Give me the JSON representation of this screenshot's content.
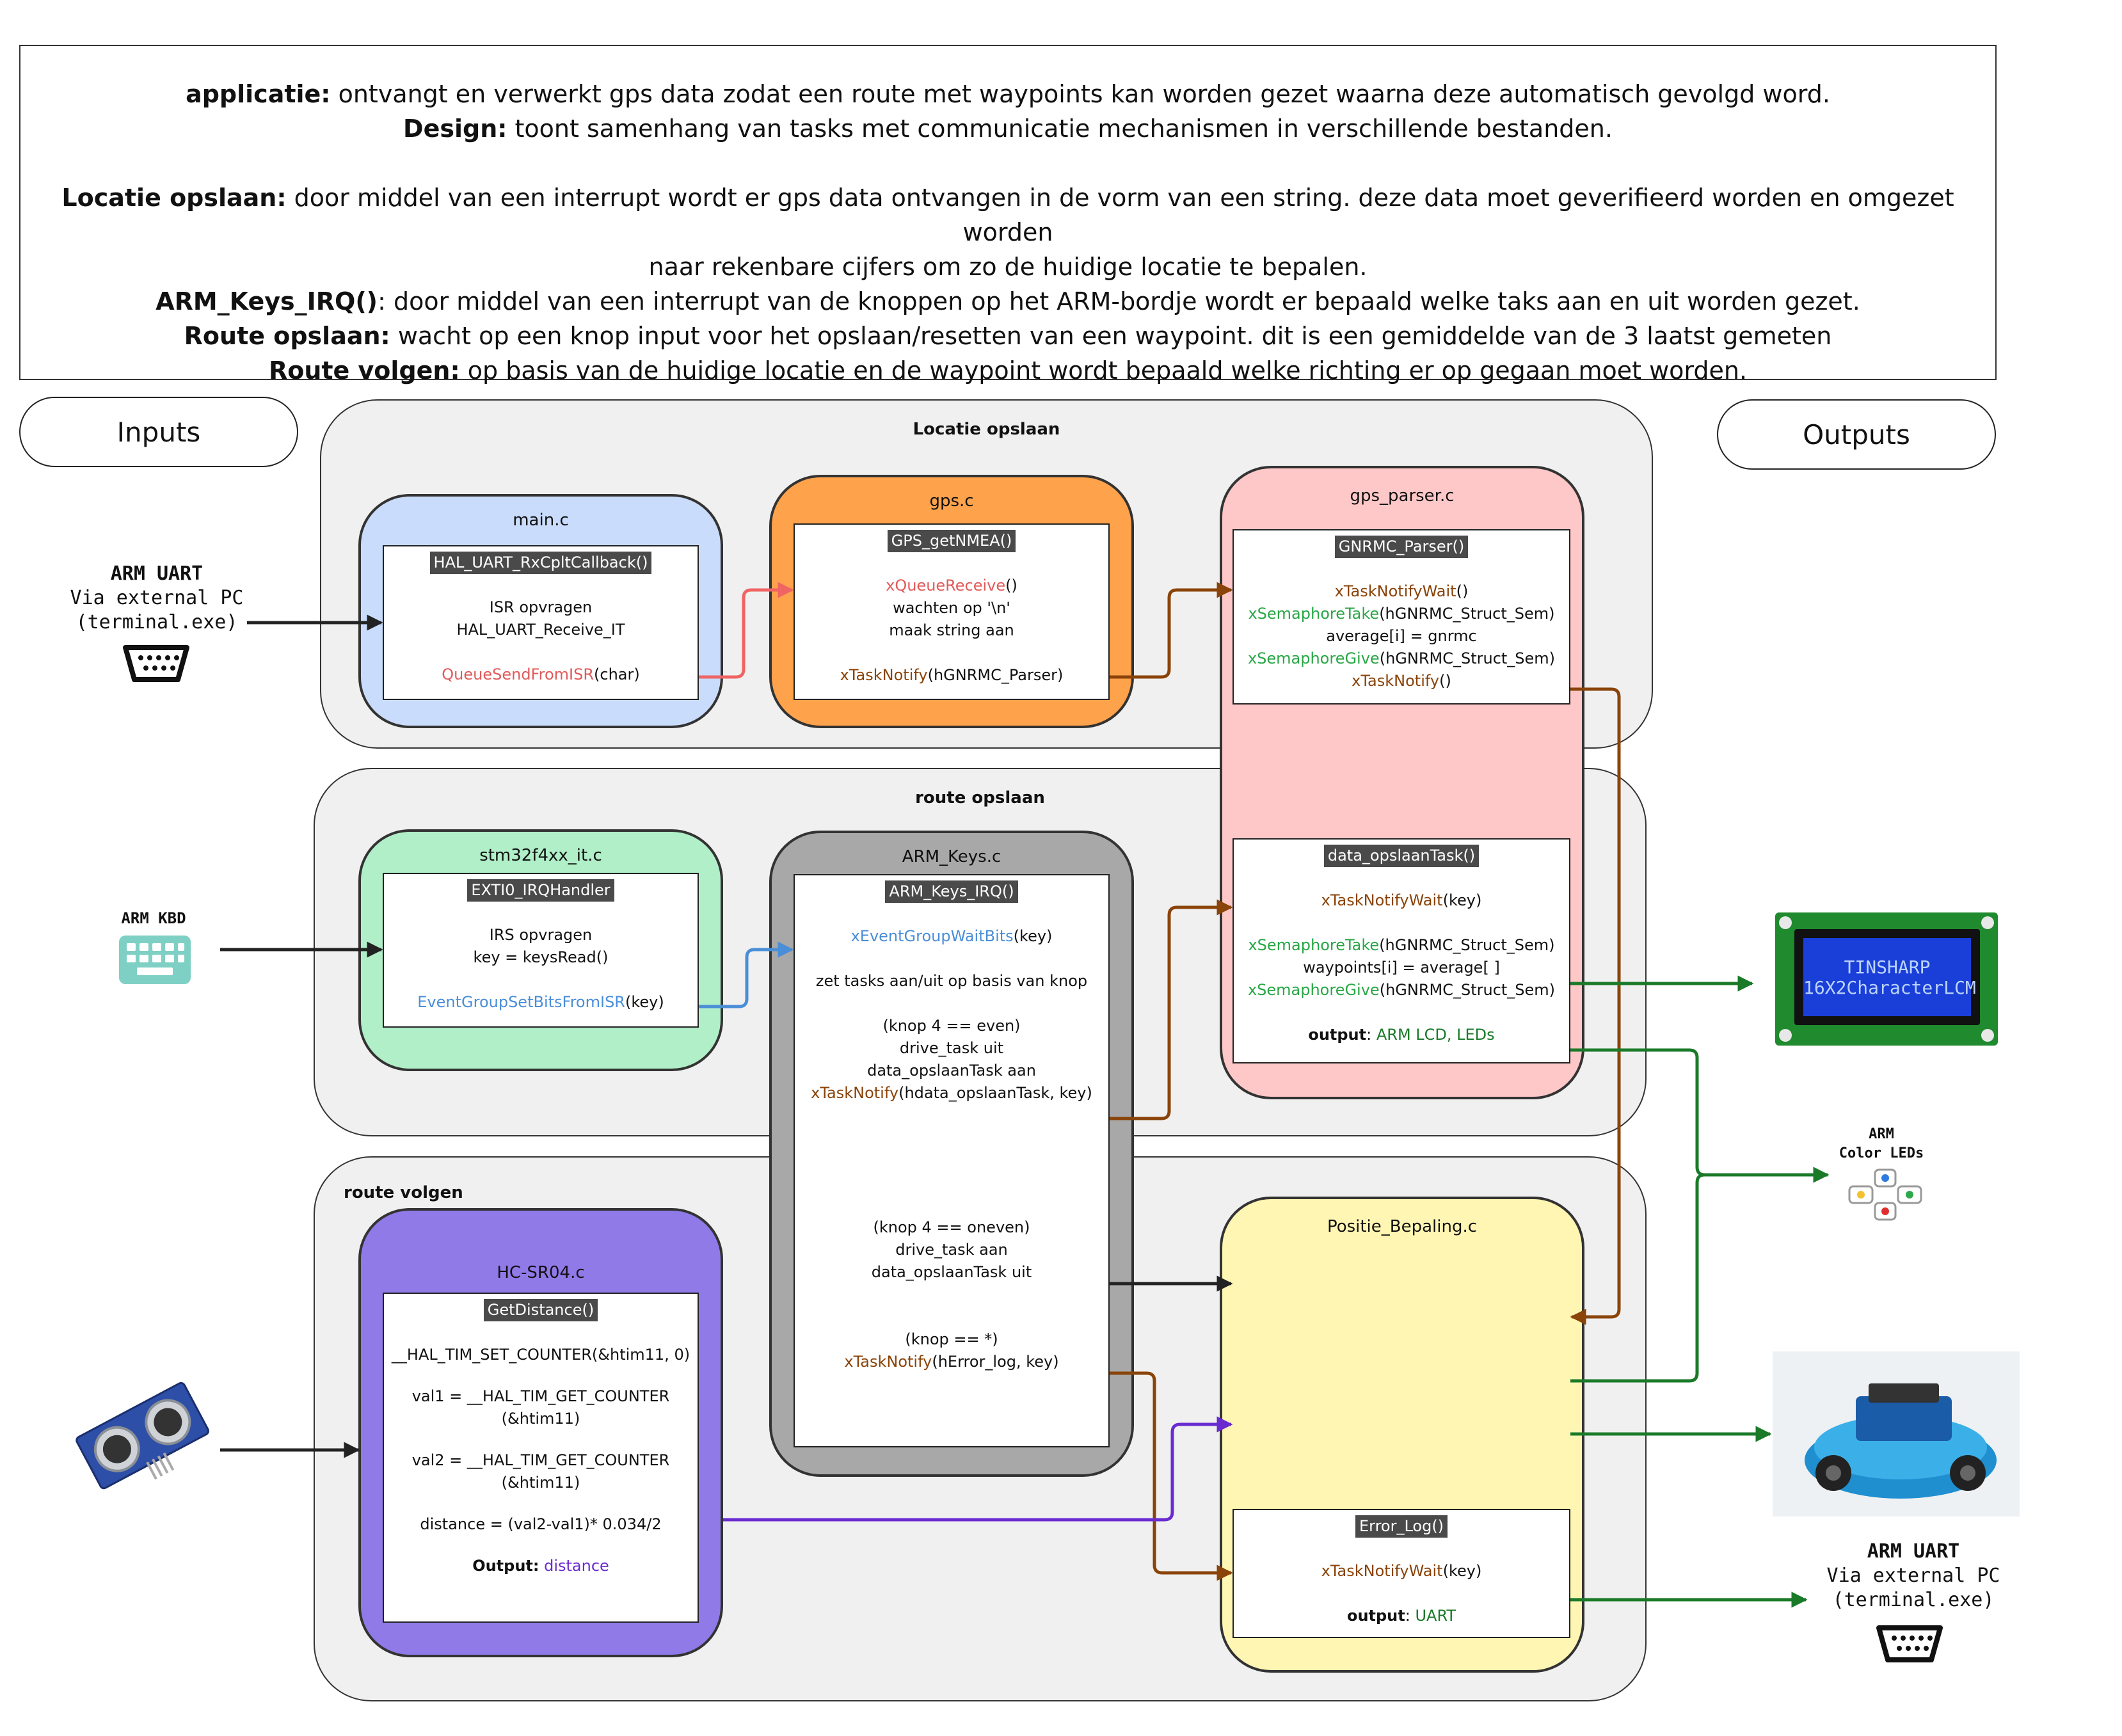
{
  "description": {
    "lines": [
      {
        "bold": "applicatie:",
        "text": " ontvangt en verwerkt gps data zodat een route met waypoints kan worden gezet waarna deze automatisch gevolgd word."
      },
      {
        "bold": "Design:",
        "text": " toont samenhang van tasks met communicatie mechanismen in verschillende bestanden."
      },
      {
        "bold": "",
        "text": ""
      },
      {
        "bold": "Locatie opslaan:",
        "text": " door middel van een interrupt wordt er gps data ontvangen in de vorm van een string. deze data moet geverifieerd worden en omgezet worden"
      },
      {
        "bold": "",
        "text": "naar rekenbare cijfers om zo de huidige locatie te bepalen."
      },
      {
        "bold": "ARM_Keys_IRQ()",
        "text": ": door middel van een interrupt van de knoppen op het ARM-bordje wordt er bepaald welke taks aan en uit worden gezet."
      },
      {
        "bold": "Route opslaan:",
        "text": " wacht op een knop input voor het opslaan/resetten van een waypoint. dit is een gemiddelde van de 3 laatst gemeten"
      },
      {
        "bold": "Route volgen:",
        "text": " op basis van de huidige locatie en de waypoint wordt bepaald welke richting er op gegaan moet worden."
      }
    ]
  },
  "labels": {
    "inputs": "Inputs",
    "outputs": "Outputs"
  },
  "groups": {
    "locatie": "Locatie opslaan",
    "route_opslaan": "route opslaan",
    "route_volgen": "route volgen"
  },
  "devices": {
    "arm_uart_in": {
      "title": "ARM UART",
      "line1": "Via external PC",
      "line2": "(terminal.exe)"
    },
    "arm_kbd": {
      "title": "ARM KBD"
    },
    "color_leds": {
      "title": "ARM",
      "line1": "Color LEDs"
    },
    "arm_uart_out": {
      "title": "ARM UART",
      "line1": "Via external PC",
      "line2": "(terminal.exe)"
    },
    "lcd": {
      "line1": "TINSHARP",
      "line2": "16X2CharacterLCM"
    }
  },
  "files": {
    "main": {
      "title": "main.c",
      "fn": "HAL_UART_RxCpltCallback()",
      "l1": "ISR opvragen",
      "l2": "HAL_UART_Receive_IT",
      "l3a": "QueueSendFromISR",
      "l3b": "(char)"
    },
    "gps": {
      "title": "gps.c",
      "fn": "GPS_getNMEA()",
      "l1a": "xQueueReceive",
      "l1b": "()",
      "l2": "wachten op '\\n'",
      "l3": "maak string aan",
      "l4a": "xTaskNotify",
      "l4b": "(hGNRMC_Parser)"
    },
    "gps_parser": {
      "title": "gps_parser.c",
      "fn": "GNRMC_Parser()",
      "l1a": "xTaskNotifyWait",
      "l1b": "()",
      "l2a": "xSemaphoreTake",
      "l2b": "(hGNRMC_Struct_Sem)",
      "l3": "average[i] = gnrmc",
      "l4a": "xSemaphoreGive",
      "l4b": "(hGNRMC_Struct_Sem)",
      "l5a": "xTaskNotify",
      "l5b": "()"
    },
    "data_opslaan": {
      "fn": "data_opslaanTask()",
      "l1a": "xTaskNotifyWait",
      "l1b": "(key)",
      "l2a": "xSemaphoreTake",
      "l2b": "(hGNRMC_Struct_Sem)",
      "l3": "waypoints[i] = average[ ]",
      "l4a": "xSemaphoreGive",
      "l4b": "(hGNRMC_Struct_Sem)",
      "out_b": "output",
      "out_t": ": ",
      "out_v": "ARM LCD, LEDs"
    },
    "stm": {
      "title": "stm32f4xx_it.c",
      "fn": "EXTI0_IRQHandler",
      "l1": "IRS opvragen",
      "l2": "key = keysRead()",
      "l3a": "EventGroupSetBitsFromISR",
      "l3b": "(key)"
    },
    "arm_keys": {
      "title": "ARM_Keys.c",
      "fn": "ARM_Keys_IRQ()",
      "l1a": "xEventGroupWaitBits",
      "l1b": "(key)",
      "l2": "zet tasks aan/uit op basis van knop",
      "l3": "(knop 4 == even)",
      "l4": "drive_task uit",
      "l5": "data_opslaanTask aan",
      "l6a": "xTaskNotify",
      "l6b": "(hdata_opslaanTask, key)",
      "l7": "(knop 4 == oneven)",
      "l8": "drive_task aan",
      "l9": "data_opslaanTask uit",
      "l10": "(knop == *)",
      "l11a": "xTaskNotify",
      "l11b": "(hError_log, key)"
    },
    "hcsr": {
      "title": "HC-SR04.c",
      "fn": "GetDistance()",
      "l1": "__HAL_TIM_SET_COUNTER(&htim11, 0)",
      "l2": "val1 = __HAL_TIM_GET_COUNTER",
      "l3": "(&htim11)",
      "l4": "val2 = __HAL_TIM_GET_COUNTER",
      "l5": "(&htim11)",
      "l6": "distance = (val2-val1)* 0.034/2",
      "out_b": "Output:",
      "out_v": " distance"
    },
    "positie": {
      "title": "Positie_Bepaling.c"
    },
    "error_log": {
      "fn": "Error_Log()",
      "l1a": "xTaskNotifyWait",
      "l1b": "(key)",
      "out_b": "output",
      "out_t": ": ",
      "out_v": "UART"
    }
  },
  "colors": {
    "main_fill": "#c9dcfb",
    "gps_fill": "#ffa24c",
    "parser_fill": "#ffc8c8",
    "stm_fill": "#b0efc8",
    "keys_fill": "#a8a8a8",
    "hcsr_fill": "#8f7ae8",
    "positie_fill": "#fff6b3",
    "red_wire": "#f06464",
    "brown_wire": "#8a4308",
    "blue_wire": "#4a8ed8",
    "purple_wire": "#6a2bd0",
    "green_wire": "#1a7a28",
    "black_wire": "#222222"
  },
  "icons": [
    "serial-port-icon",
    "keyboard-icon",
    "ultrasonic-sensor-icon",
    "lcd-display-icon",
    "color-leds-icon",
    "robot-car-icon",
    "serial-port-icon"
  ]
}
